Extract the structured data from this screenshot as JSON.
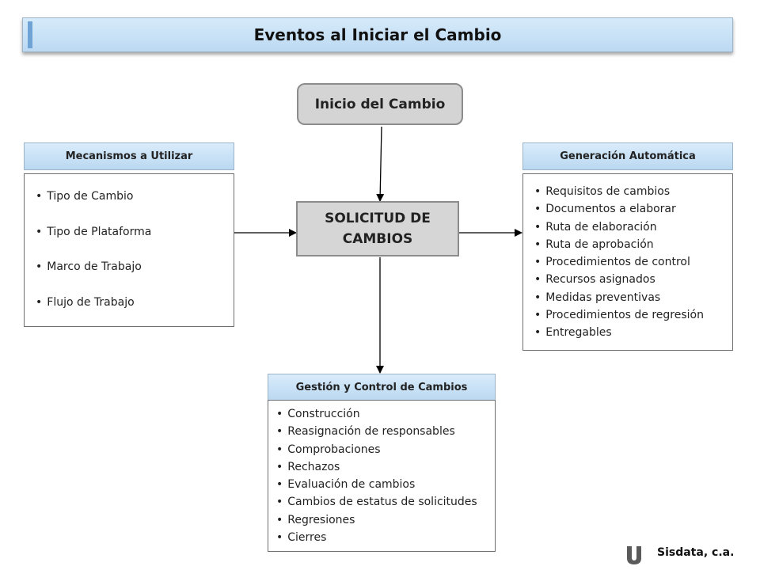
{
  "title": "Eventos al Iniciar el Cambio",
  "start_node": "Inicio del Cambio",
  "central_node": [
    "SOLICITUD DE",
    "CAMBIOS"
  ],
  "mechanisms": {
    "header": "Mecanismos a Utilizar",
    "items": [
      "Tipo de Cambio",
      "Tipo de Plataforma",
      "Marco de Trabajo",
      "Flujo de Trabajo"
    ]
  },
  "auto_generation": {
    "header": "Generación Automática",
    "items": [
      "Requisitos de cambios",
      "Documentos a elaborar",
      "Ruta de elaboración",
      "Ruta de aprobación",
      "Procedimientos de control",
      "Recursos asignados",
      "Medidas preventivas",
      "Procedimientos de regresión",
      "Entregables"
    ]
  },
  "management": {
    "header": "Gestión y Control de Cambios",
    "items": [
      "Construcción",
      "Reasignación de responsables",
      "Comprobaciones",
      "Rechazos",
      "Evaluación de cambios",
      "Cambios de estatus de solicitudes",
      "Regresiones",
      "Cierres"
    ]
  },
  "brand": {
    "name": "Sisdata, c.a.",
    "logo_icon": "sisdata-u-logo-icon",
    "logo_color": "#5a5a5a"
  }
}
